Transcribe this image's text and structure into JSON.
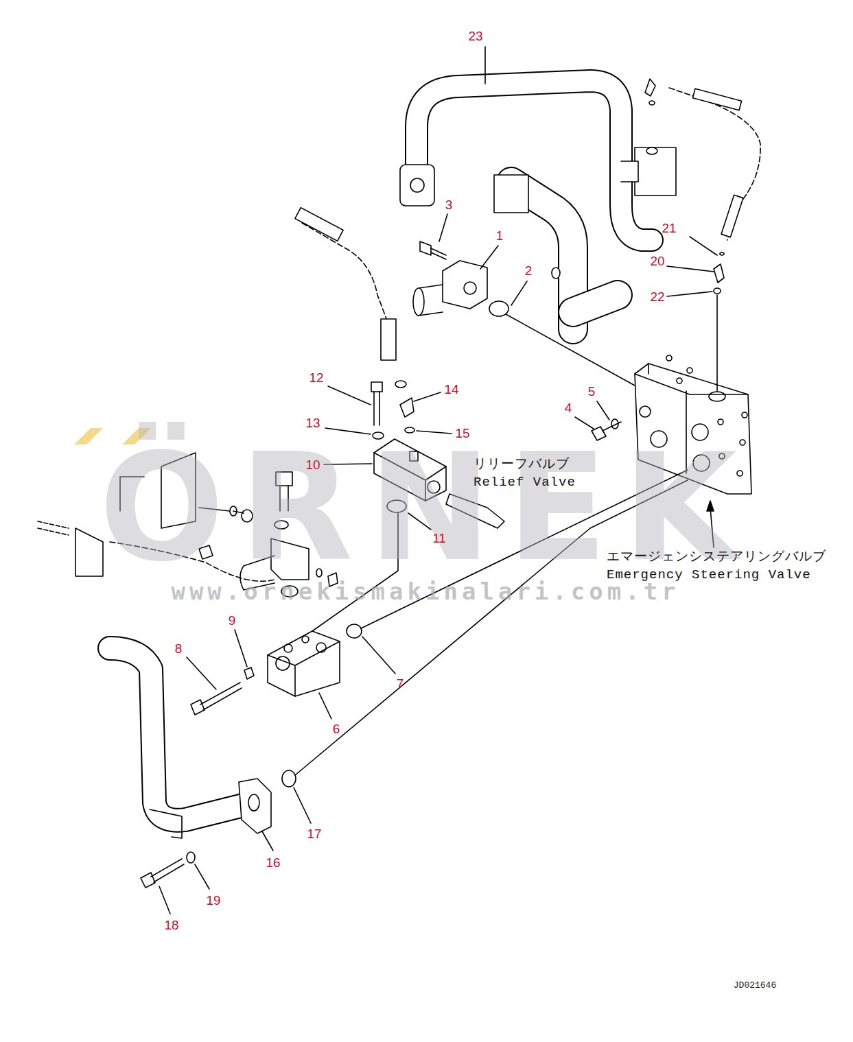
{
  "diagram": {
    "labels": [
      "ÖRNEK",
      "www.ornekismakinalari.com.tr",
      "23",
      "3",
      "1",
      "21",
      "20",
      "2",
      "22",
      "12",
      "14",
      "5",
      "4",
      "13",
      "15",
      "10",
      "リリーフバルブ",
      "Relief Valve",
      "11",
      "エマージェンシステアリングバルブ",
      "Emergency Steering Valve",
      "8",
      "9",
      "7",
      "6",
      "17",
      "16",
      "19",
      "18",
      "JD021646"
    ]
  }
}
